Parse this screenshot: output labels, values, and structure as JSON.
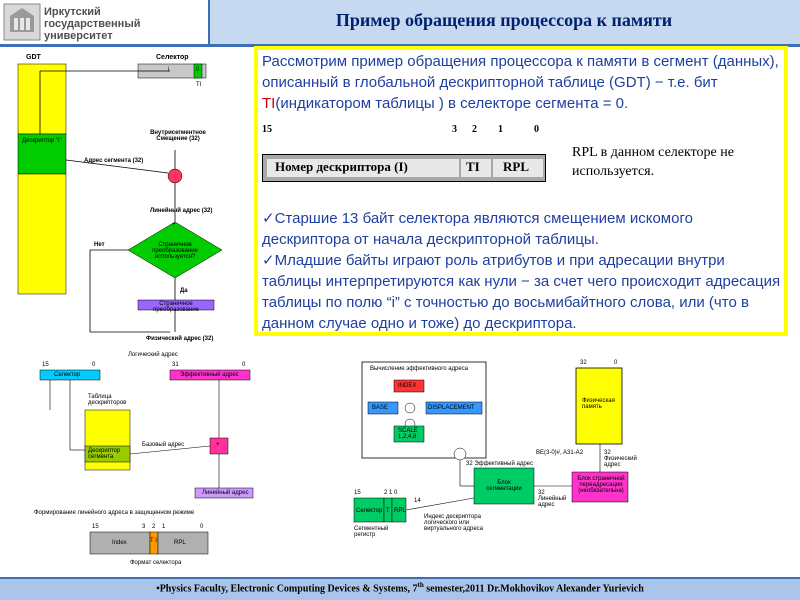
{
  "header": {
    "logo_line1": "Иркутский",
    "logo_line2": "государственный университет",
    "title": "Пример обращения процессора к памяти"
  },
  "panel": {
    "para1": "Рассмотрим пример обращения процессора к памяти в сегмент (данных), описанный в глобальной дескрипторной таблице (GDT) − т.е. бит ",
    "para1_red": "TI",
    "para1_end": "(индикатором таблицы ) в селекторе сегмента = 0.",
    "selector_bits": {
      "b15": "15",
      "b3": "3",
      "b2": "2",
      "b1": "1",
      "b0": "0"
    },
    "selector_fields": {
      "index": "Номер дескриптора (I)",
      "ti": "TI",
      "rpl": "RPL"
    },
    "rpl_note": "RPL в данном селекторе не используется.",
    "bullet1": "Старшие 13 байт селектора являются смещением искомого дескриптора от начала дескрипторной таблицы.",
    "bullet2": "Младшие байты играют роль атрибутов и при адресации внутри таблицы интерпретируются как нули − за счет чего происходит адресация таблицы по полю “i” с точностью до восьмибайтного слова, или (что в данном случае одно и тоже) до дескриптора."
  },
  "flow": {
    "gdt": "GDT",
    "selector": "Селектор",
    "sel_i": "i",
    "sel_0": "0",
    "ti": "TI",
    "descriptor": "Дескриптор \"i\"",
    "offset": "Внутрисегментное Смещение (32)",
    "seg_addr": "Адрес сегмента (32)",
    "plus": "+",
    "linear": "Линейный адрес (32)",
    "decision": "Страничное преобразование используется?",
    "no": "Нет",
    "yes": "Да",
    "page_conv": "Страничное преобразование",
    "physical": "Физический адрес (32)"
  },
  "diagram2": {
    "title": "Логический адрес",
    "b15": "15",
    "b0": "0",
    "b31": "31",
    "b0b": "0",
    "selector": "Селектор",
    "offset": "Эффективный адрес",
    "table": "Таблица дескрипторов",
    "descriptor": "Дескриптор сегмента",
    "base": "Базовый адрес",
    "plus": "+",
    "linear": "Линейный адрес",
    "caption": "Формирование линейного адреса в защищенном режиме",
    "bits_row": {
      "b15": "15",
      "b3": "3",
      "b2": "2",
      "b1": "1",
      "b0": "0"
    },
    "index": "Index",
    "ti": "T I",
    "rpl": "RPL",
    "format": "Формат селектора"
  },
  "diagram3": {
    "eff_title": "Вычисление эффективного адреса",
    "index": "INDEX",
    "base": "BASE",
    "displacement": "DISPLACEMENT",
    "scale": "SCALE 1,2,4,8",
    "eff_addr": "32 Эффективный адрес",
    "b15": "15",
    "b210": "2 1 0",
    "selector": "Селектор",
    "t": "T",
    "rpl": "RPL",
    "seg_reg": "Сегментный регистр",
    "n14": "14",
    "idx_note": "Индекс дескриптора логического или виртуального адреса",
    "seg_block": "Блок сегментации",
    "lin32": "32 Линейный адрес",
    "paging": "Блок страничной переадресации (необязательна)",
    "mem_b32": "32",
    "mem_b0": "0",
    "phys_mem": "Физическая память",
    "be": "BE(3-0)#, A31-A2",
    "phys32": "32 Физический адрес"
  },
  "footer": {
    "text": "•Physics Faculty, Electronic Computing Devices & Systems, 7",
    "sup": "th",
    "text2": " semester,2011 Dr.Mokhovikov Alexander Yurievich"
  }
}
